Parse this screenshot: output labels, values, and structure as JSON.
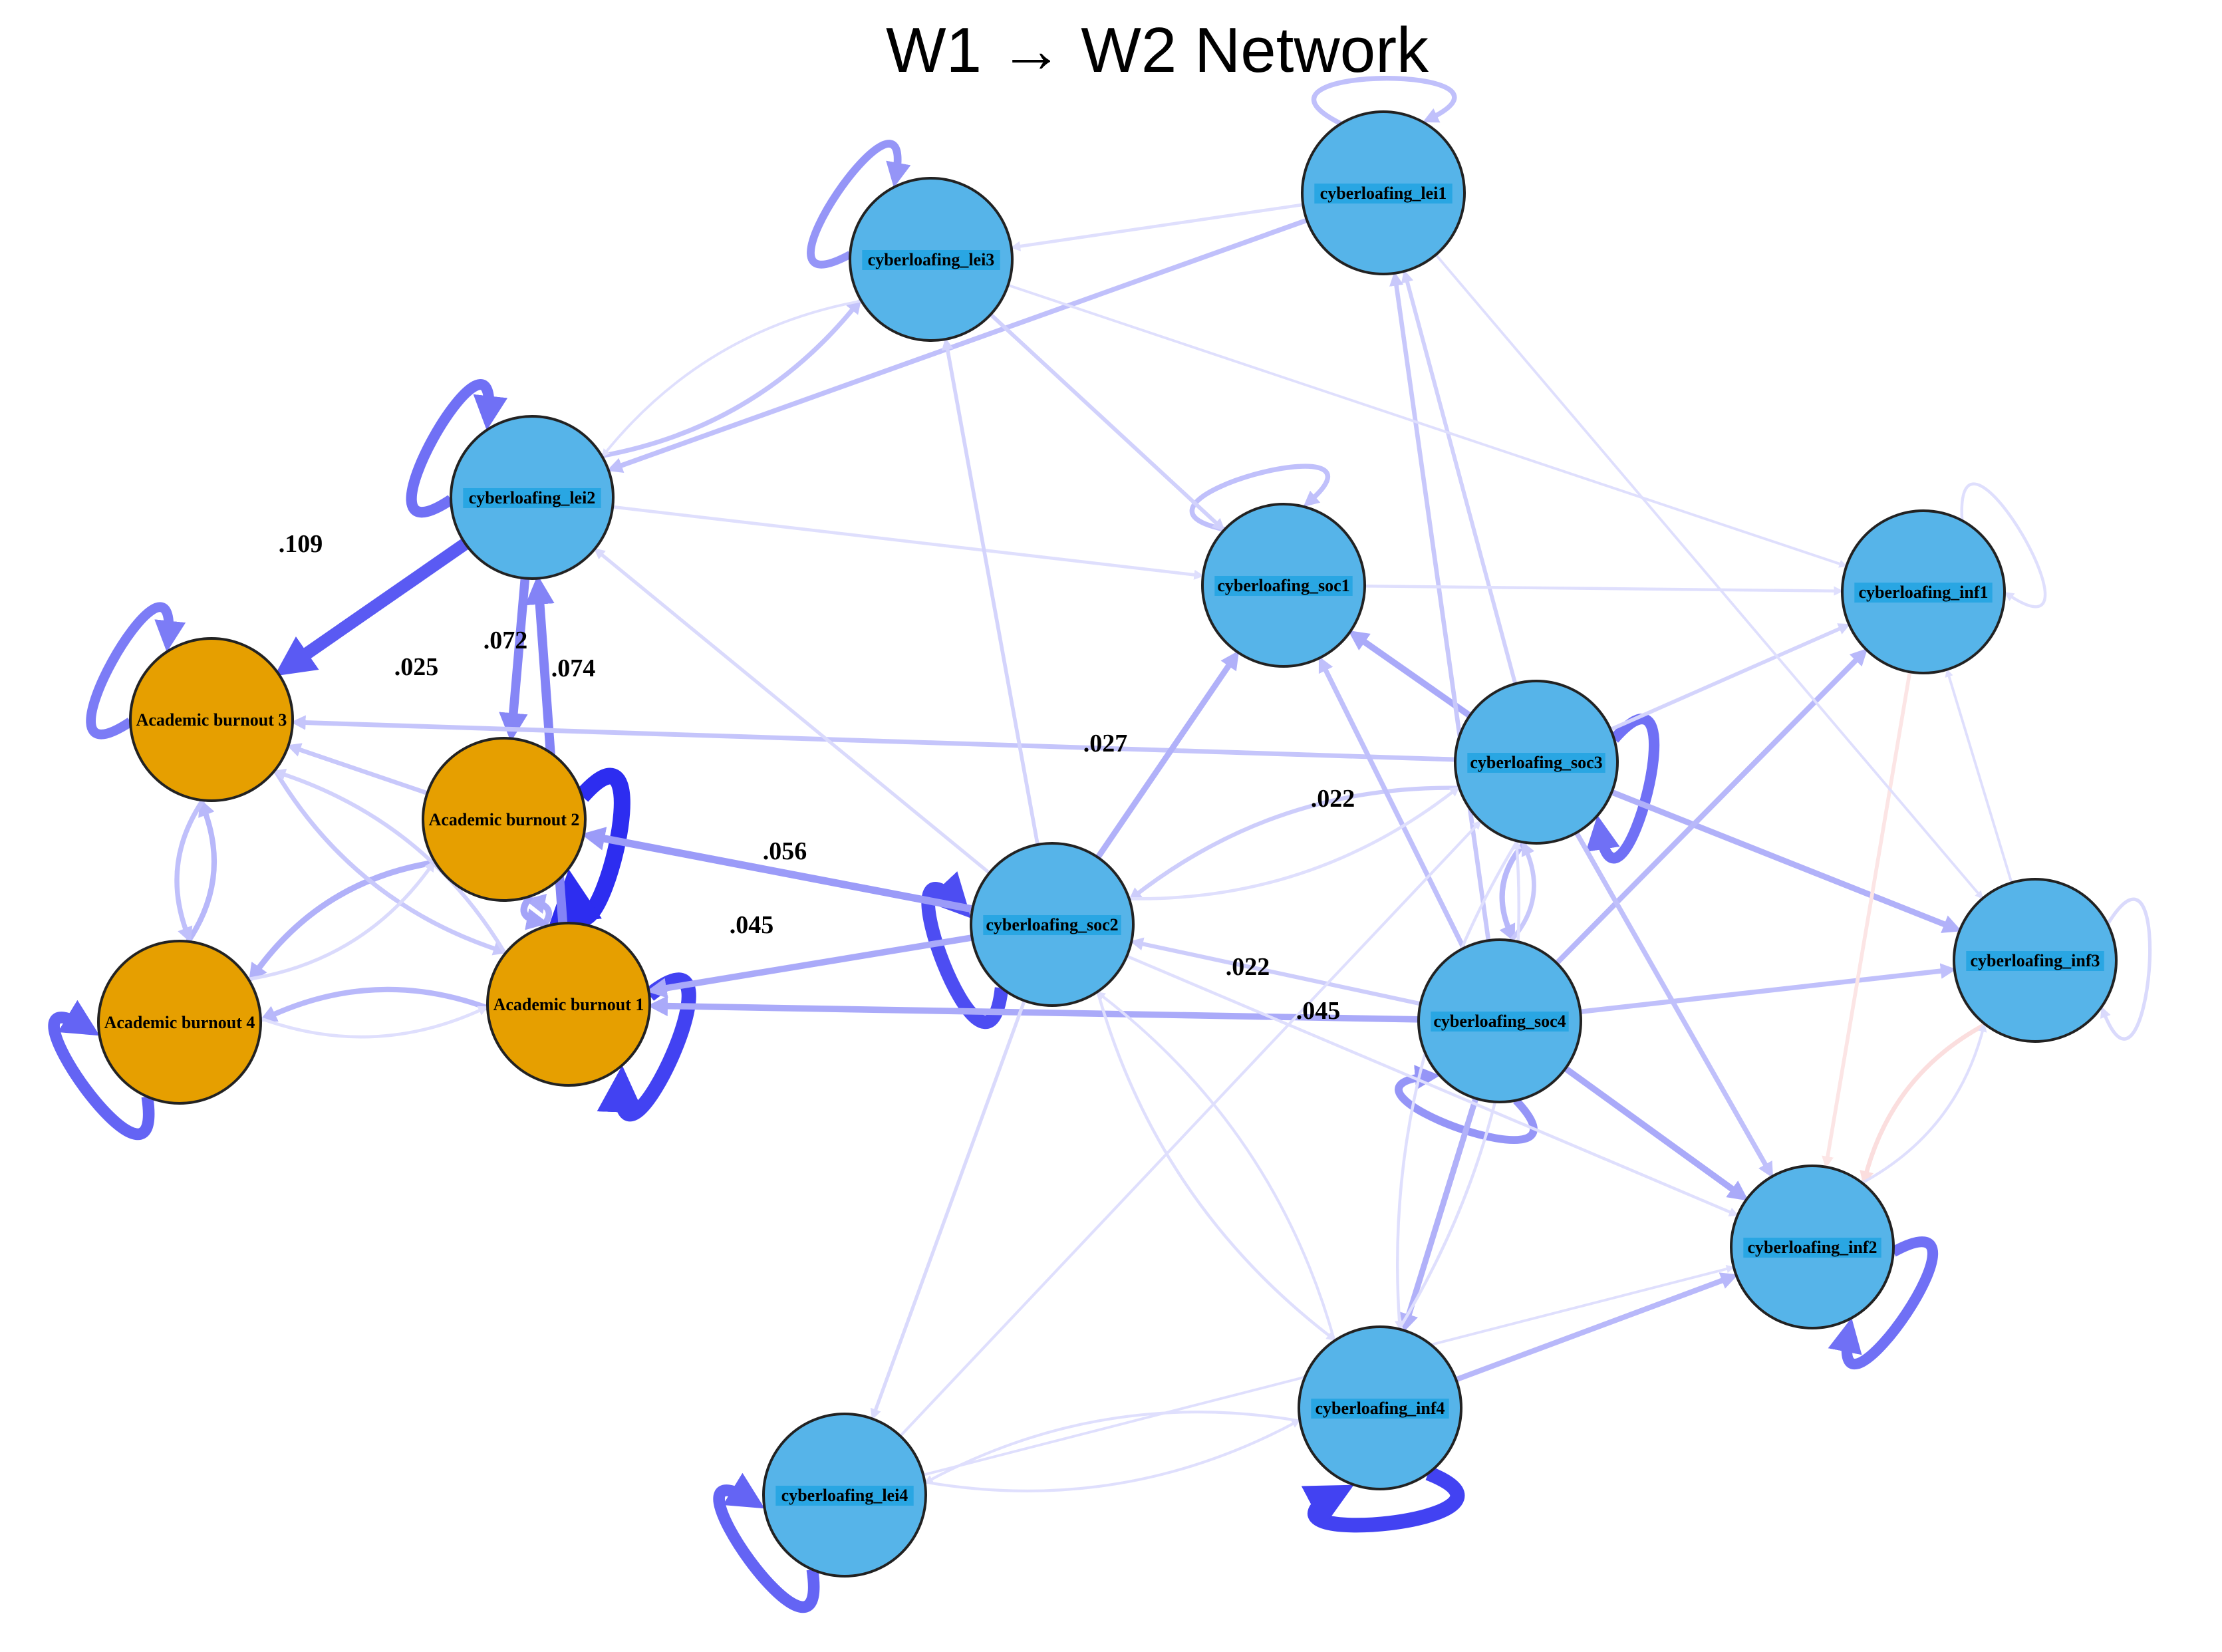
{
  "title": "W1 → W2 Network",
  "colors": {
    "burnout_node": "#E69F00",
    "cyberloafing_node": "#56B4E9",
    "label_highlight": "#29A6E3",
    "positive_edge": "#2D2DF0",
    "negative_edge": "#F08080"
  },
  "nodes": [
    {
      "id": "lei1",
      "label": "cyberloafing_lei1",
      "group": "cyberloafing"
    },
    {
      "id": "lei3",
      "label": "cyberloafing_lei3",
      "group": "cyberloafing"
    },
    {
      "id": "lei2",
      "label": "cyberloafing_lei2",
      "group": "cyberloafing"
    },
    {
      "id": "soc1",
      "label": "cyberloafing_soc1",
      "group": "cyberloafing"
    },
    {
      "id": "inf1",
      "label": "cyberloafing_inf1",
      "group": "cyberloafing"
    },
    {
      "id": "soc3",
      "label": "cyberloafing_soc3",
      "group": "cyberloafing"
    },
    {
      "id": "ab3",
      "label": "Academic burnout 3",
      "group": "burnout"
    },
    {
      "id": "ab2",
      "label": "Academic burnout 2",
      "group": "burnout"
    },
    {
      "id": "soc2",
      "label": "cyberloafing_soc2",
      "group": "cyberloafing"
    },
    {
      "id": "inf3",
      "label": "cyberloafing_inf3",
      "group": "cyberloafing"
    },
    {
      "id": "ab4",
      "label": "Academic burnout 4",
      "group": "burnout"
    },
    {
      "id": "ab1",
      "label": "Academic burnout 1",
      "group": "burnout"
    },
    {
      "id": "soc4",
      "label": "cyberloafing_soc4",
      "group": "cyberloafing"
    },
    {
      "id": "inf2",
      "label": "cyberloafing_inf2",
      "group": "cyberloafing"
    },
    {
      "id": "inf4",
      "label": "cyberloafing_inf4",
      "group": "cyberloafing"
    },
    {
      "id": "lei4",
      "label": "cyberloafing_lei4",
      "group": "cyberloafing"
    }
  ],
  "edges": [
    {
      "from": "lei2",
      "to": "ab3",
      "weight": 0.109,
      "label": ".109",
      "sign": "positive"
    },
    {
      "from": "lei2",
      "to": "ab2",
      "weight": 0.072,
      "label": ".072",
      "sign": "positive"
    },
    {
      "from": "ab1",
      "to": "lei2",
      "weight": 0.074,
      "label": ".074",
      "sign": "positive"
    },
    {
      "from": "ab2",
      "to": "ab3",
      "weight": 0.025,
      "label": ".025",
      "sign": "positive"
    },
    {
      "from": "soc2",
      "to": "ab2",
      "weight": 0.056,
      "label": ".056",
      "sign": "positive"
    },
    {
      "from": "soc2",
      "to": "ab1",
      "weight": 0.045,
      "label": ".045",
      "sign": "positive"
    },
    {
      "from": "soc3",
      "to": "ab3",
      "weight": 0.027,
      "label": ".027",
      "sign": "positive"
    },
    {
      "from": "soc3",
      "to": "soc2",
      "weight": 0.022,
      "label": ".022",
      "sign": "positive"
    },
    {
      "from": "soc4",
      "to": "soc2",
      "weight": 0.022,
      "label": ".022",
      "sign": "positive"
    },
    {
      "from": "soc4",
      "to": "ab1",
      "weight": 0.045,
      "label": ".045",
      "sign": "positive"
    },
    {
      "from": "lei1",
      "to": "lei3",
      "weight": 0.012,
      "sign": "positive"
    },
    {
      "from": "lei1",
      "to": "lei2",
      "weight": 0.03,
      "sign": "positive"
    },
    {
      "from": "lei2",
      "to": "lei3",
      "weight": 0.028,
      "sign": "positive"
    },
    {
      "from": "lei3",
      "to": "lei2",
      "weight": 0.006,
      "sign": "positive"
    },
    {
      "from": "lei3",
      "to": "soc1",
      "weight": 0.02,
      "sign": "positive"
    },
    {
      "from": "lei2",
      "to": "soc1",
      "weight": 0.012,
      "sign": "positive"
    },
    {
      "from": "soc2",
      "to": "lei3",
      "weight": 0.018,
      "sign": "positive"
    },
    {
      "from": "soc2",
      "to": "soc1",
      "weight": 0.04,
      "sign": "positive"
    },
    {
      "from": "soc3",
      "to": "soc1",
      "weight": 0.045,
      "sign": "positive"
    },
    {
      "from": "soc4",
      "to": "soc1",
      "weight": 0.03,
      "sign": "positive"
    },
    {
      "from": "soc3",
      "to": "lei1",
      "weight": 0.02,
      "sign": "positive"
    },
    {
      "from": "soc4",
      "to": "lei1",
      "weight": 0.025,
      "sign": "positive"
    },
    {
      "from": "soc3",
      "to": "inf1",
      "weight": 0.018,
      "sign": "positive"
    },
    {
      "from": "soc3",
      "to": "inf3",
      "weight": 0.04,
      "sign": "positive"
    },
    {
      "from": "soc3",
      "to": "soc4",
      "weight": 0.035,
      "sign": "positive"
    },
    {
      "from": "soc4",
      "to": "soc3",
      "weight": 0.025,
      "sign": "positive"
    },
    {
      "from": "soc4",
      "to": "inf1",
      "weight": 0.035,
      "sign": "positive"
    },
    {
      "from": "soc4",
      "to": "inf3",
      "weight": 0.03,
      "sign": "positive"
    },
    {
      "from": "soc4",
      "to": "inf2",
      "weight": 0.045,
      "sign": "positive"
    },
    {
      "from": "soc4",
      "to": "inf4",
      "weight": 0.04,
      "sign": "positive"
    },
    {
      "from": "soc3",
      "to": "inf2",
      "weight": 0.03,
      "sign": "positive"
    },
    {
      "from": "soc3",
      "to": "inf4",
      "weight": 0.01,
      "sign": "positive"
    },
    {
      "from": "inf1",
      "to": "inf2",
      "weight": 0.018,
      "sign": "negative"
    },
    {
      "from": "inf3",
      "to": "inf2",
      "weight": 0.025,
      "sign": "negative"
    },
    {
      "from": "inf4",
      "to": "inf2",
      "weight": 0.035,
      "sign": "positive"
    },
    {
      "from": "soc2",
      "to": "lei4",
      "weight": 0.015,
      "sign": "positive"
    },
    {
      "from": "soc2",
      "to": "inf4",
      "weight": 0.01,
      "sign": "positive"
    },
    {
      "from": "inf4",
      "to": "lei4",
      "weight": 0.008,
      "sign": "positive"
    },
    {
      "from": "lei4",
      "to": "inf4",
      "weight": 0.008,
      "sign": "positive"
    },
    {
      "from": "ab2",
      "to": "ab4",
      "weight": 0.04,
      "sign": "positive"
    },
    {
      "from": "ab4",
      "to": "ab3",
      "weight": 0.035,
      "sign": "positive"
    },
    {
      "from": "ab3",
      "to": "ab4",
      "weight": 0.03,
      "sign": "positive"
    },
    {
      "from": "ab1",
      "to": "ab4",
      "weight": 0.035,
      "sign": "positive"
    },
    {
      "from": "ab4",
      "to": "ab1",
      "weight": 0.012,
      "sign": "positive"
    },
    {
      "from": "ab1",
      "to": "ab2",
      "weight": 0.045,
      "sign": "positive"
    },
    {
      "from": "ab2",
      "to": "ab1",
      "weight": 0.05,
      "sign": "positive"
    },
    {
      "from": "ab3",
      "to": "ab1",
      "weight": 0.025,
      "sign": "positive"
    },
    {
      "from": "ab4",
      "to": "ab2",
      "weight": 0.015,
      "sign": "positive"
    },
    {
      "from": "ab1",
      "to": "ab3",
      "weight": 0.02,
      "sign": "positive"
    },
    {
      "from": "soc2",
      "to": "lei2",
      "weight": 0.015,
      "sign": "positive"
    },
    {
      "from": "lei3",
      "to": "inf1",
      "weight": 0.006,
      "sign": "positive"
    },
    {
      "from": "lei1",
      "to": "inf3",
      "weight": 0.006,
      "sign": "positive"
    },
    {
      "from": "soc1",
      "to": "inf1",
      "weight": 0.01,
      "sign": "positive"
    },
    {
      "from": "inf4",
      "to": "soc2",
      "weight": 0.008,
      "sign": "positive"
    },
    {
      "from": "inf4",
      "to": "soc3",
      "weight": 0.01,
      "sign": "positive"
    },
    {
      "from": "soc2",
      "to": "soc3",
      "weight": 0.012,
      "sign": "positive"
    },
    {
      "from": "lei4",
      "to": "soc3",
      "weight": 0.008,
      "sign": "positive"
    },
    {
      "from": "lei4",
      "to": "inf2",
      "weight": 0.006,
      "sign": "positive"
    },
    {
      "from": "soc2",
      "to": "inf2",
      "weight": 0.01,
      "sign": "positive"
    },
    {
      "from": "inf3",
      "to": "inf1",
      "weight": 0.006,
      "sign": "positive"
    },
    {
      "from": "inf2",
      "to": "inf3",
      "weight": 0.008,
      "sign": "positive"
    }
  ],
  "self_loops": [
    {
      "node": "lei1",
      "weight": 0.03
    },
    {
      "node": "lei3",
      "weight": 0.06
    },
    {
      "node": "lei2",
      "weight": 0.09
    },
    {
      "node": "soc1",
      "weight": 0.03
    },
    {
      "node": "inf1",
      "weight": 0.01
    },
    {
      "node": "soc3",
      "weight": 0.09
    },
    {
      "node": "ab3",
      "weight": 0.08
    },
    {
      "node": "ab2",
      "weight": 0.15
    },
    {
      "node": "soc2",
      "weight": 0.12
    },
    {
      "node": "inf3",
      "weight": 0.015
    },
    {
      "node": "ab4",
      "weight": 0.1
    },
    {
      "node": "ab1",
      "weight": 0.13
    },
    {
      "node": "soc4",
      "weight": 0.06
    },
    {
      "node": "inf2",
      "weight": 0.09
    },
    {
      "node": "inf4",
      "weight": 0.13
    },
    {
      "node": "lei4",
      "weight": 0.1
    }
  ]
}
